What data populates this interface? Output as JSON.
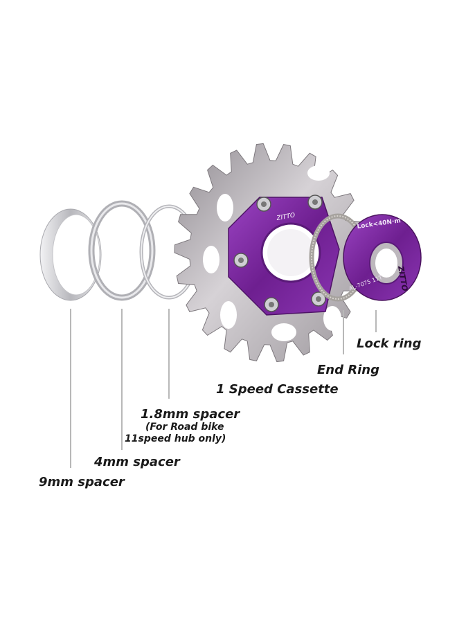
{
  "labels": {
    "lock_ring": "Lock ring",
    "end_ring": "End Ring",
    "cassette": "1 Speed Cassette",
    "spacer_18": "1.8mm spacer",
    "spacer_18_note_1": "(For Road bike",
    "spacer_18_note_2": "11speed hub only)",
    "spacer_4": "4mm spacer",
    "spacer_9": "9mm spacer"
  },
  "engravings": {
    "carrier_brand": "ZITTO",
    "lock_ring_torque": "Lock<40N·m",
    "lock_ring_brand": "ZITTO",
    "lock_ring_spec": "AL-7075 11T"
  },
  "colors": {
    "accent_purple": "#7a2a9a",
    "steel": "#b9b4b8",
    "leader_line": "#b8b8b8"
  }
}
